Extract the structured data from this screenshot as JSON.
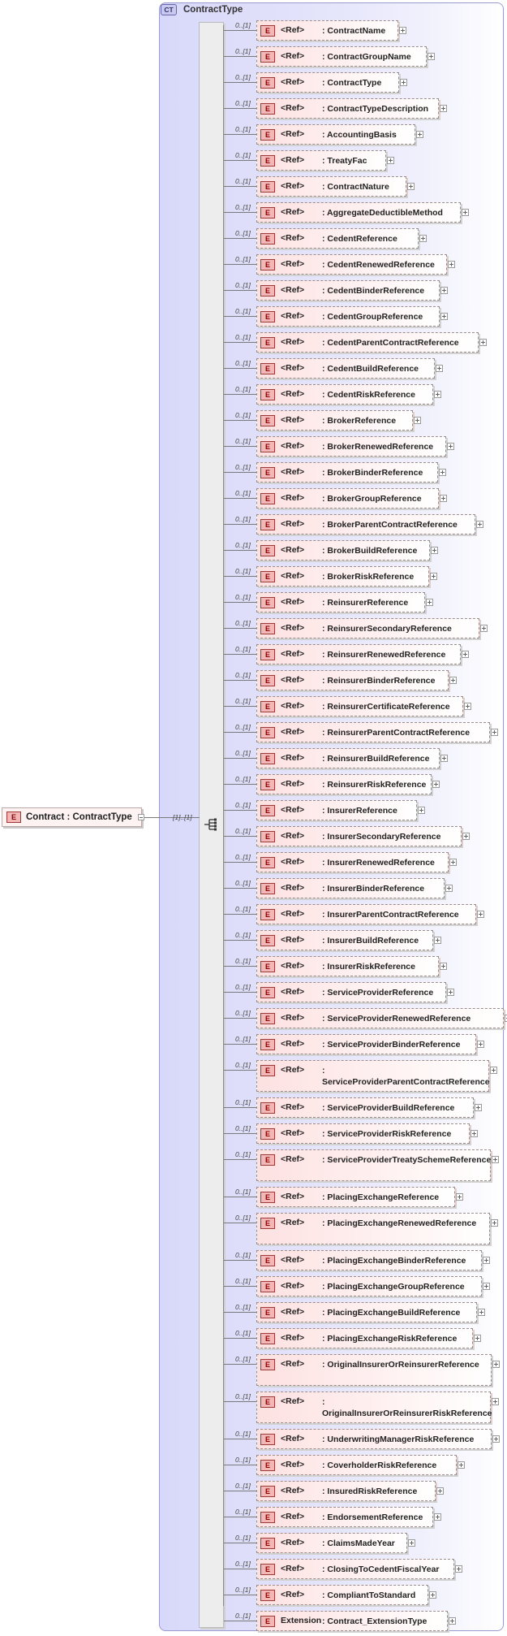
{
  "root": {
    "icon": "E",
    "label": "Contract : ContractType",
    "cardinality": "[1]..[1]"
  },
  "complex_type": {
    "badge": "CT",
    "name": "ContractType"
  },
  "items": [
    {
      "icon": "E",
      "ref": "<Ref>",
      "name": ": ContractName",
      "card": "0..[1]"
    },
    {
      "icon": "E",
      "ref": "<Ref>",
      "name": ": ContractGroupName",
      "card": "0..[1]"
    },
    {
      "icon": "E",
      "ref": "<Ref>",
      "name": ": ContractType",
      "card": "0..[1]"
    },
    {
      "icon": "E",
      "ref": "<Ref>",
      "name": ": ContractTypeDescription",
      "card": "0..[1]"
    },
    {
      "icon": "E",
      "ref": "<Ref>",
      "name": ": AccountingBasis",
      "card": "0..[1]"
    },
    {
      "icon": "E",
      "ref": "<Ref>",
      "name": ": TreatyFac",
      "card": "0..[1]"
    },
    {
      "icon": "E",
      "ref": "<Ref>",
      "name": ": ContractNature",
      "card": "0..[1]"
    },
    {
      "icon": "E",
      "ref": "<Ref>",
      "name": ": AggregateDeductibleMethod",
      "card": "0..[1]"
    },
    {
      "icon": "E",
      "ref": "<Ref>",
      "name": ": CedentReference",
      "card": "0..[1]"
    },
    {
      "icon": "E",
      "ref": "<Ref>",
      "name": ": CedentRenewedReference",
      "card": "0..[1]"
    },
    {
      "icon": "E",
      "ref": "<Ref>",
      "name": ": CedentBinderReference",
      "card": "0..[1]"
    },
    {
      "icon": "E",
      "ref": "<Ref>",
      "name": ": CedentGroupReference",
      "card": "0..[1]"
    },
    {
      "icon": "E",
      "ref": "<Ref>",
      "name": ": CedentParentContractReference",
      "card": "0..[1]"
    },
    {
      "icon": "E",
      "ref": "<Ref>",
      "name": ": CedentBuildReference",
      "card": "0..[1]"
    },
    {
      "icon": "E",
      "ref": "<Ref>",
      "name": ": CedentRiskReference",
      "card": "0..[1]"
    },
    {
      "icon": "E",
      "ref": "<Ref>",
      "name": ": BrokerReference",
      "card": "0..[1]"
    },
    {
      "icon": "E",
      "ref": "<Ref>",
      "name": ": BrokerRenewedReference",
      "card": "0..[1]"
    },
    {
      "icon": "E",
      "ref": "<Ref>",
      "name": ": BrokerBinderReference",
      "card": "0..[1]"
    },
    {
      "icon": "E",
      "ref": "<Ref>",
      "name": ": BrokerGroupReference",
      "card": "0..[1]"
    },
    {
      "icon": "E",
      "ref": "<Ref>",
      "name": ": BrokerParentContractReference",
      "card": "0..[1]"
    },
    {
      "icon": "E",
      "ref": "<Ref>",
      "name": ": BrokerBuildReference",
      "card": "0..[1]"
    },
    {
      "icon": "E",
      "ref": "<Ref>",
      "name": ": BrokerRiskReference",
      "card": "0..[1]"
    },
    {
      "icon": "E",
      "ref": "<Ref>",
      "name": ": ReinsurerReference",
      "card": "0..[1]"
    },
    {
      "icon": "E",
      "ref": "<Ref>",
      "name": ": ReinsurerSecondaryReference",
      "card": "0..[1]"
    },
    {
      "icon": "E",
      "ref": "<Ref>",
      "name": ": ReinsurerRenewedReference",
      "card": "0..[1]"
    },
    {
      "icon": "E",
      "ref": "<Ref>",
      "name": ": ReinsurerBinderReference",
      "card": "0..[1]"
    },
    {
      "icon": "E",
      "ref": "<Ref>",
      "name": ": ReinsurerCertificateReference",
      "card": "0..[1]"
    },
    {
      "icon": "E",
      "ref": "<Ref>",
      "name": ": ReinsurerParentContractReference",
      "card": "0..[1]"
    },
    {
      "icon": "E",
      "ref": "<Ref>",
      "name": ": ReinsurerBuildReference",
      "card": "0..[1]"
    },
    {
      "icon": "E",
      "ref": "<Ref>",
      "name": ": ReinsurerRiskReference",
      "card": "0..[1]"
    },
    {
      "icon": "E",
      "ref": "<Ref>",
      "name": ": InsurerReference",
      "card": "0..[1]"
    },
    {
      "icon": "E",
      "ref": "<Ref>",
      "name": ": InsurerSecondaryReference",
      "card": "0..[1]"
    },
    {
      "icon": "E",
      "ref": "<Ref>",
      "name": ": InsurerRenewedReference",
      "card": "0..[1]"
    },
    {
      "icon": "E",
      "ref": "<Ref>",
      "name": ": InsurerBinderReference",
      "card": "0..[1]"
    },
    {
      "icon": "E",
      "ref": "<Ref>",
      "name": ": InsurerParentContractReference",
      "card": "0..[1]"
    },
    {
      "icon": "E",
      "ref": "<Ref>",
      "name": ": InsurerBuildReference",
      "card": "0..[1]"
    },
    {
      "icon": "E",
      "ref": "<Ref>",
      "name": ": InsurerRiskReference",
      "card": "0..[1]"
    },
    {
      "icon": "E",
      "ref": "<Ref>",
      "name": ": ServiceProviderReference",
      "card": "0..[1]"
    },
    {
      "icon": "E",
      "ref": "<Ref>",
      "name": ": ServiceProviderRenewedReference",
      "card": "0..[1]"
    },
    {
      "icon": "E",
      "ref": "<Ref>",
      "name": ": ServiceProviderBinderReference",
      "card": "0..[1]"
    },
    {
      "icon": "E",
      "ref": "<Ref>",
      "name": ": ServiceProviderParentContractReference",
      "card": "0..[1]"
    },
    {
      "icon": "E",
      "ref": "<Ref>",
      "name": ": ServiceProviderBuildReference",
      "card": "0..[1]"
    },
    {
      "icon": "E",
      "ref": "<Ref>",
      "name": ": ServiceProviderRiskReference",
      "card": "0..[1]"
    },
    {
      "icon": "E",
      "ref": "<Ref>",
      "name": ": ServiceProviderTreatySchemeReference",
      "card": "0..[1]"
    },
    {
      "icon": "E",
      "ref": "<Ref>",
      "name": ": PlacingExchangeReference",
      "card": "0..[1]"
    },
    {
      "icon": "E",
      "ref": "<Ref>",
      "name": ": PlacingExchangeRenewedReference",
      "card": "0..[1]"
    },
    {
      "icon": "E",
      "ref": "<Ref>",
      "name": ": PlacingExchangeBinderReference",
      "card": "0..[1]"
    },
    {
      "icon": "E",
      "ref": "<Ref>",
      "name": ": PlacingExchangeGroupReference",
      "card": "0..[1]"
    },
    {
      "icon": "E",
      "ref": "<Ref>",
      "name": ": PlacingExchangeBuildReference",
      "card": "0..[1]"
    },
    {
      "icon": "E",
      "ref": "<Ref>",
      "name": ": PlacingExchangeRiskReference",
      "card": "0..[1]"
    },
    {
      "icon": "E",
      "ref": "<Ref>",
      "name": ": OriginalInsurerOrReinsurerReference",
      "card": "0..[1]"
    },
    {
      "icon": "E",
      "ref": "<Ref>",
      "name": ": OriginalInsurerOrReinsurerRiskReference",
      "card": "0..[1]"
    },
    {
      "icon": "E",
      "ref": "<Ref>",
      "name": ": UnderwritingManagerRiskReference",
      "card": "0..[1]"
    },
    {
      "icon": "E",
      "ref": "<Ref>",
      "name": ": CoverholderRiskReference",
      "card": "0..[1]"
    },
    {
      "icon": "E",
      "ref": "<Ref>",
      "name": ": InsuredRiskReference",
      "card": "0..[1]"
    },
    {
      "icon": "E",
      "ref": "<Ref>",
      "name": ": EndorsementReference",
      "card": "0..[1]"
    },
    {
      "icon": "E",
      "ref": "<Ref>",
      "name": ": ClaimsMadeYear",
      "card": "0..[1]"
    },
    {
      "icon": "E",
      "ref": "<Ref>",
      "name": ": ClosingToCedentFiscalYear",
      "card": "0..[1]"
    },
    {
      "icon": "E",
      "ref": "<Ref>",
      "name": ": CompliantToStandard",
      "card": "0..[1]"
    },
    {
      "icon": "E",
      "ref": "Extension",
      "name": ": Contract_ExtensionType",
      "card": "0..[1]"
    }
  ]
}
